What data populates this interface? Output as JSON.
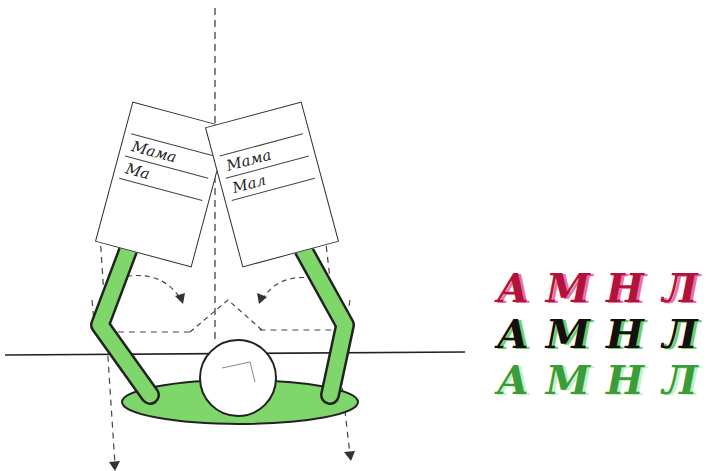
{
  "diagram": {
    "nodes": [
      {
        "text": [
          "Мама",
          "Ма"
        ]
      },
      {
        "text": [
          "Мама",
          "Мал"
        ]
      }
    ],
    "labels": [
      "А",
      "М",
      "Н",
      "Л",
      "А",
      "М",
      "Н",
      "Л",
      "А",
      "М",
      "Н",
      "Л"
    ]
  }
}
